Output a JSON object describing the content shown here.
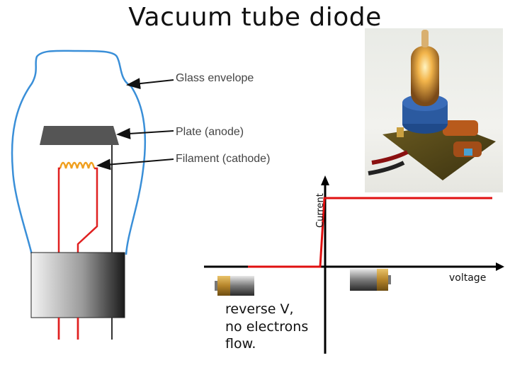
{
  "title": "Vacuum tube diode",
  "labels": {
    "glass_envelope": "Glass envelope",
    "plate": "Plate (anode)",
    "filament": "Filament (cathode)"
  },
  "graph": {
    "ylabel": "Current",
    "xlabel": "voltage"
  },
  "note": [
    "reverse V,",
    "no electrons",
    "flow."
  ],
  "colors": {
    "glass": "#3a8fd8",
    "filament": "#f0a020",
    "lead": "#e02020",
    "curve": "#e01010",
    "plate": "#555555"
  },
  "icons": [
    "tube-photo",
    "battery-reverse-icon",
    "battery-forward-icon"
  ]
}
